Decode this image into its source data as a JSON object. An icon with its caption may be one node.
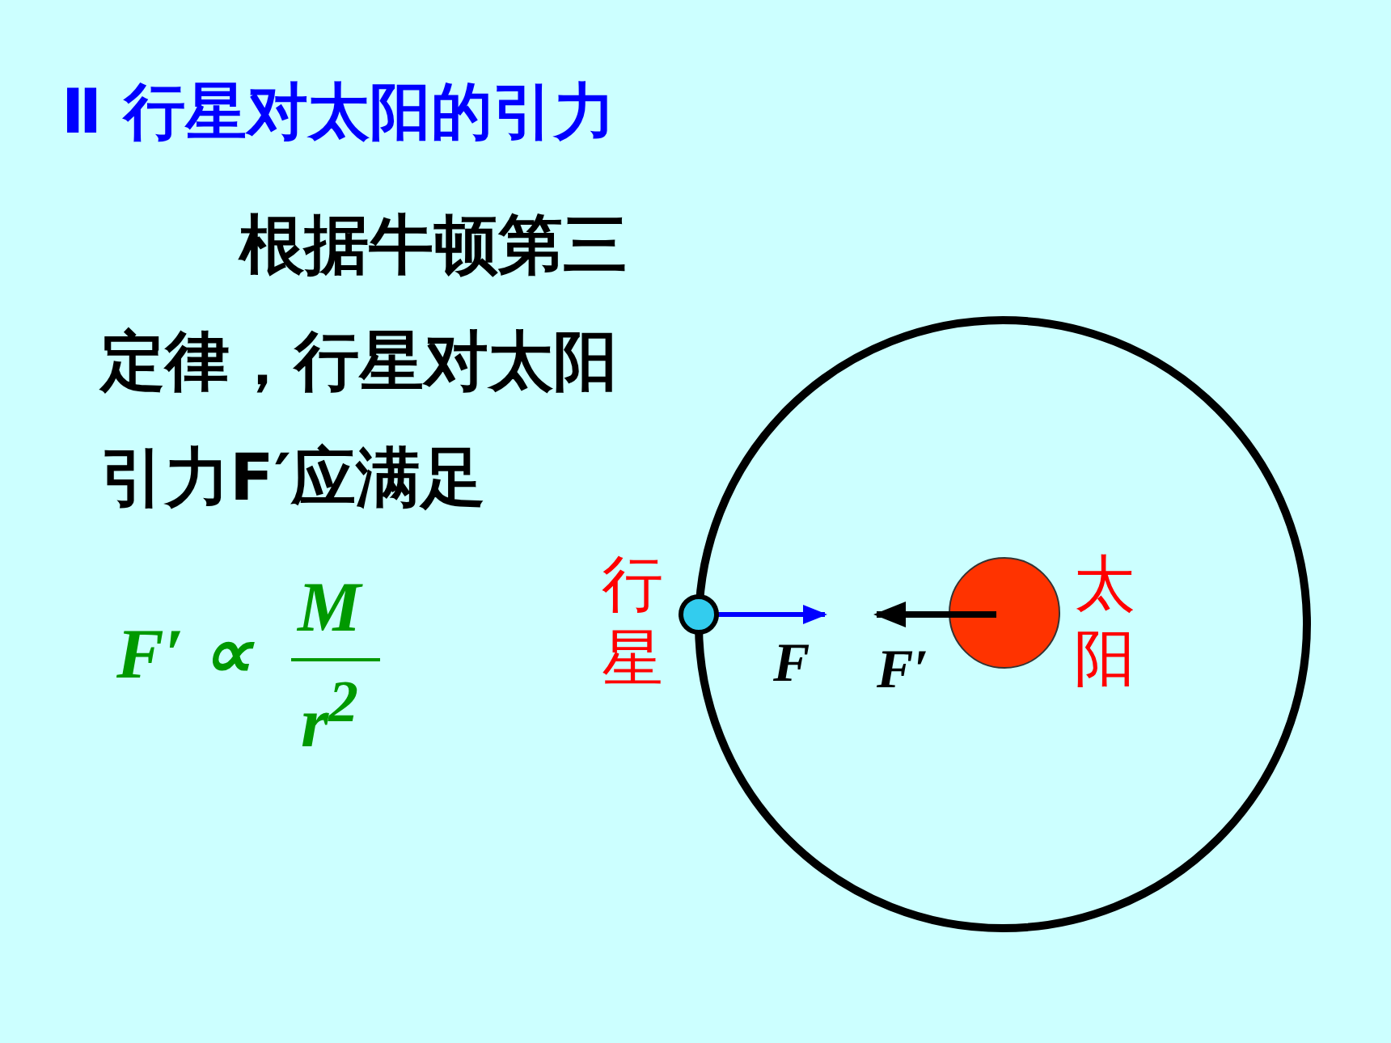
{
  "diagram": {
    "title": "Ⅱ 行星对太阳的引力",
    "labels": [
      "根据牛顿第三定律，行星对太阳引力F′应满足",
      "F′ ∝",
      "M",
      "r$^{2}$",
      "行星",
      "F",
      "F′",
      "太阳"
    ]
  }
}
